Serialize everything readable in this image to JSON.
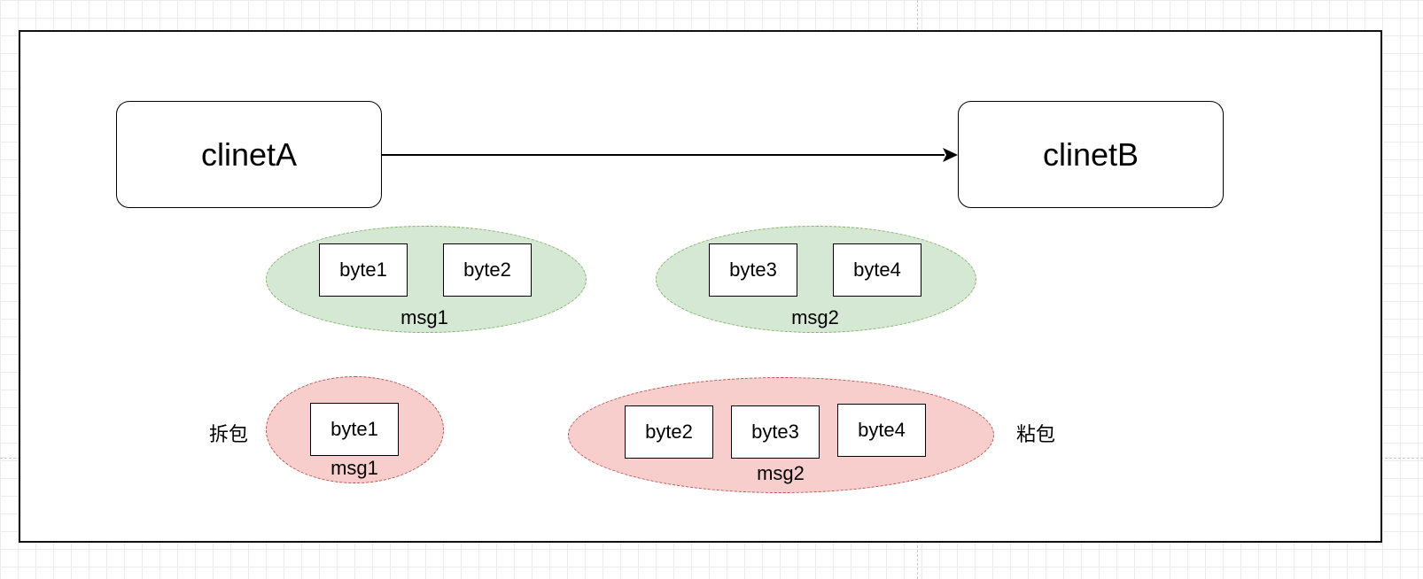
{
  "client_a": {
    "label": "clinetA"
  },
  "client_b": {
    "label": "clinetB"
  },
  "sent": {
    "msg1": {
      "label": "msg1",
      "bytes": [
        "byte1",
        "byte2"
      ]
    },
    "msg2": {
      "label": "msg2",
      "bytes": [
        "byte3",
        "byte4"
      ]
    }
  },
  "received": {
    "split": {
      "side_label": "拆包",
      "label": "msg1",
      "bytes": [
        "byte1"
      ]
    },
    "sticky": {
      "side_label": "粘包",
      "label": "msg2",
      "bytes": [
        "byte2",
        "byte3",
        "byte4"
      ]
    }
  },
  "colors": {
    "sent_fill": "#d5e8d4",
    "sent_stroke": "#82b366",
    "received_fill": "#f8cecc",
    "received_stroke": "#b85450"
  }
}
